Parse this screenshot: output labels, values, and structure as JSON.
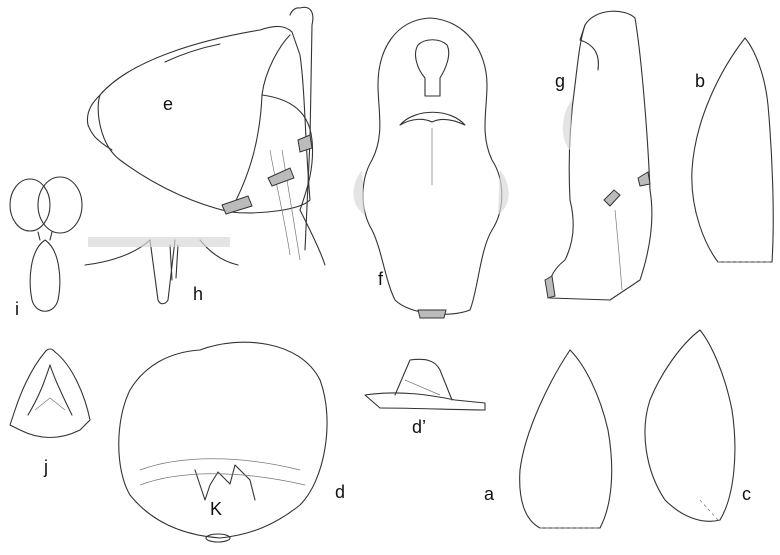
{
  "figure": {
    "labels": {
      "e": "e",
      "f": "f",
      "g": "g",
      "b": "b",
      "i": "i",
      "h": "h",
      "j": "j",
      "d": "d",
      "k": "K",
      "d_prime": "d’",
      "a": "a",
      "c": "c"
    },
    "colors": {
      "ink": "#333333",
      "shade": "#d9d9d9",
      "background": "#ffffff"
    }
  }
}
